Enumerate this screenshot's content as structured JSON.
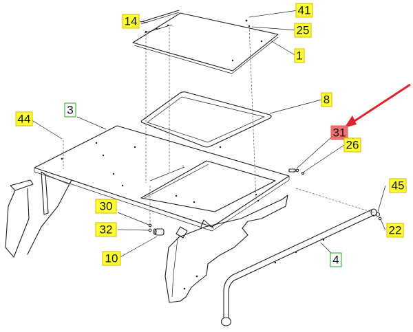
{
  "diagram": {
    "colors": {
      "tag_fill": "#ffff33",
      "tag_stroke": "#d4b400",
      "group_fill": "#ffffff",
      "group_stroke": "#22aa22",
      "highlight_fill": "#f07070",
      "highlight_stroke": "#e06060",
      "arrow": "#e0202a",
      "line": "#1a1a1a"
    },
    "callouts": [
      {
        "id": "14",
        "kind": "part"
      },
      {
        "id": "41",
        "kind": "part"
      },
      {
        "id": "25",
        "kind": "part"
      },
      {
        "id": "1",
        "kind": "part"
      },
      {
        "id": "8",
        "kind": "part"
      },
      {
        "id": "3",
        "kind": "group"
      },
      {
        "id": "44",
        "kind": "part"
      },
      {
        "id": "31",
        "kind": "highlight"
      },
      {
        "id": "26",
        "kind": "part"
      },
      {
        "id": "45",
        "kind": "part"
      },
      {
        "id": "22",
        "kind": "part"
      },
      {
        "id": "30",
        "kind": "part"
      },
      {
        "id": "32",
        "kind": "part"
      },
      {
        "id": "10",
        "kind": "part"
      },
      {
        "id": "4",
        "kind": "group"
      }
    ]
  }
}
